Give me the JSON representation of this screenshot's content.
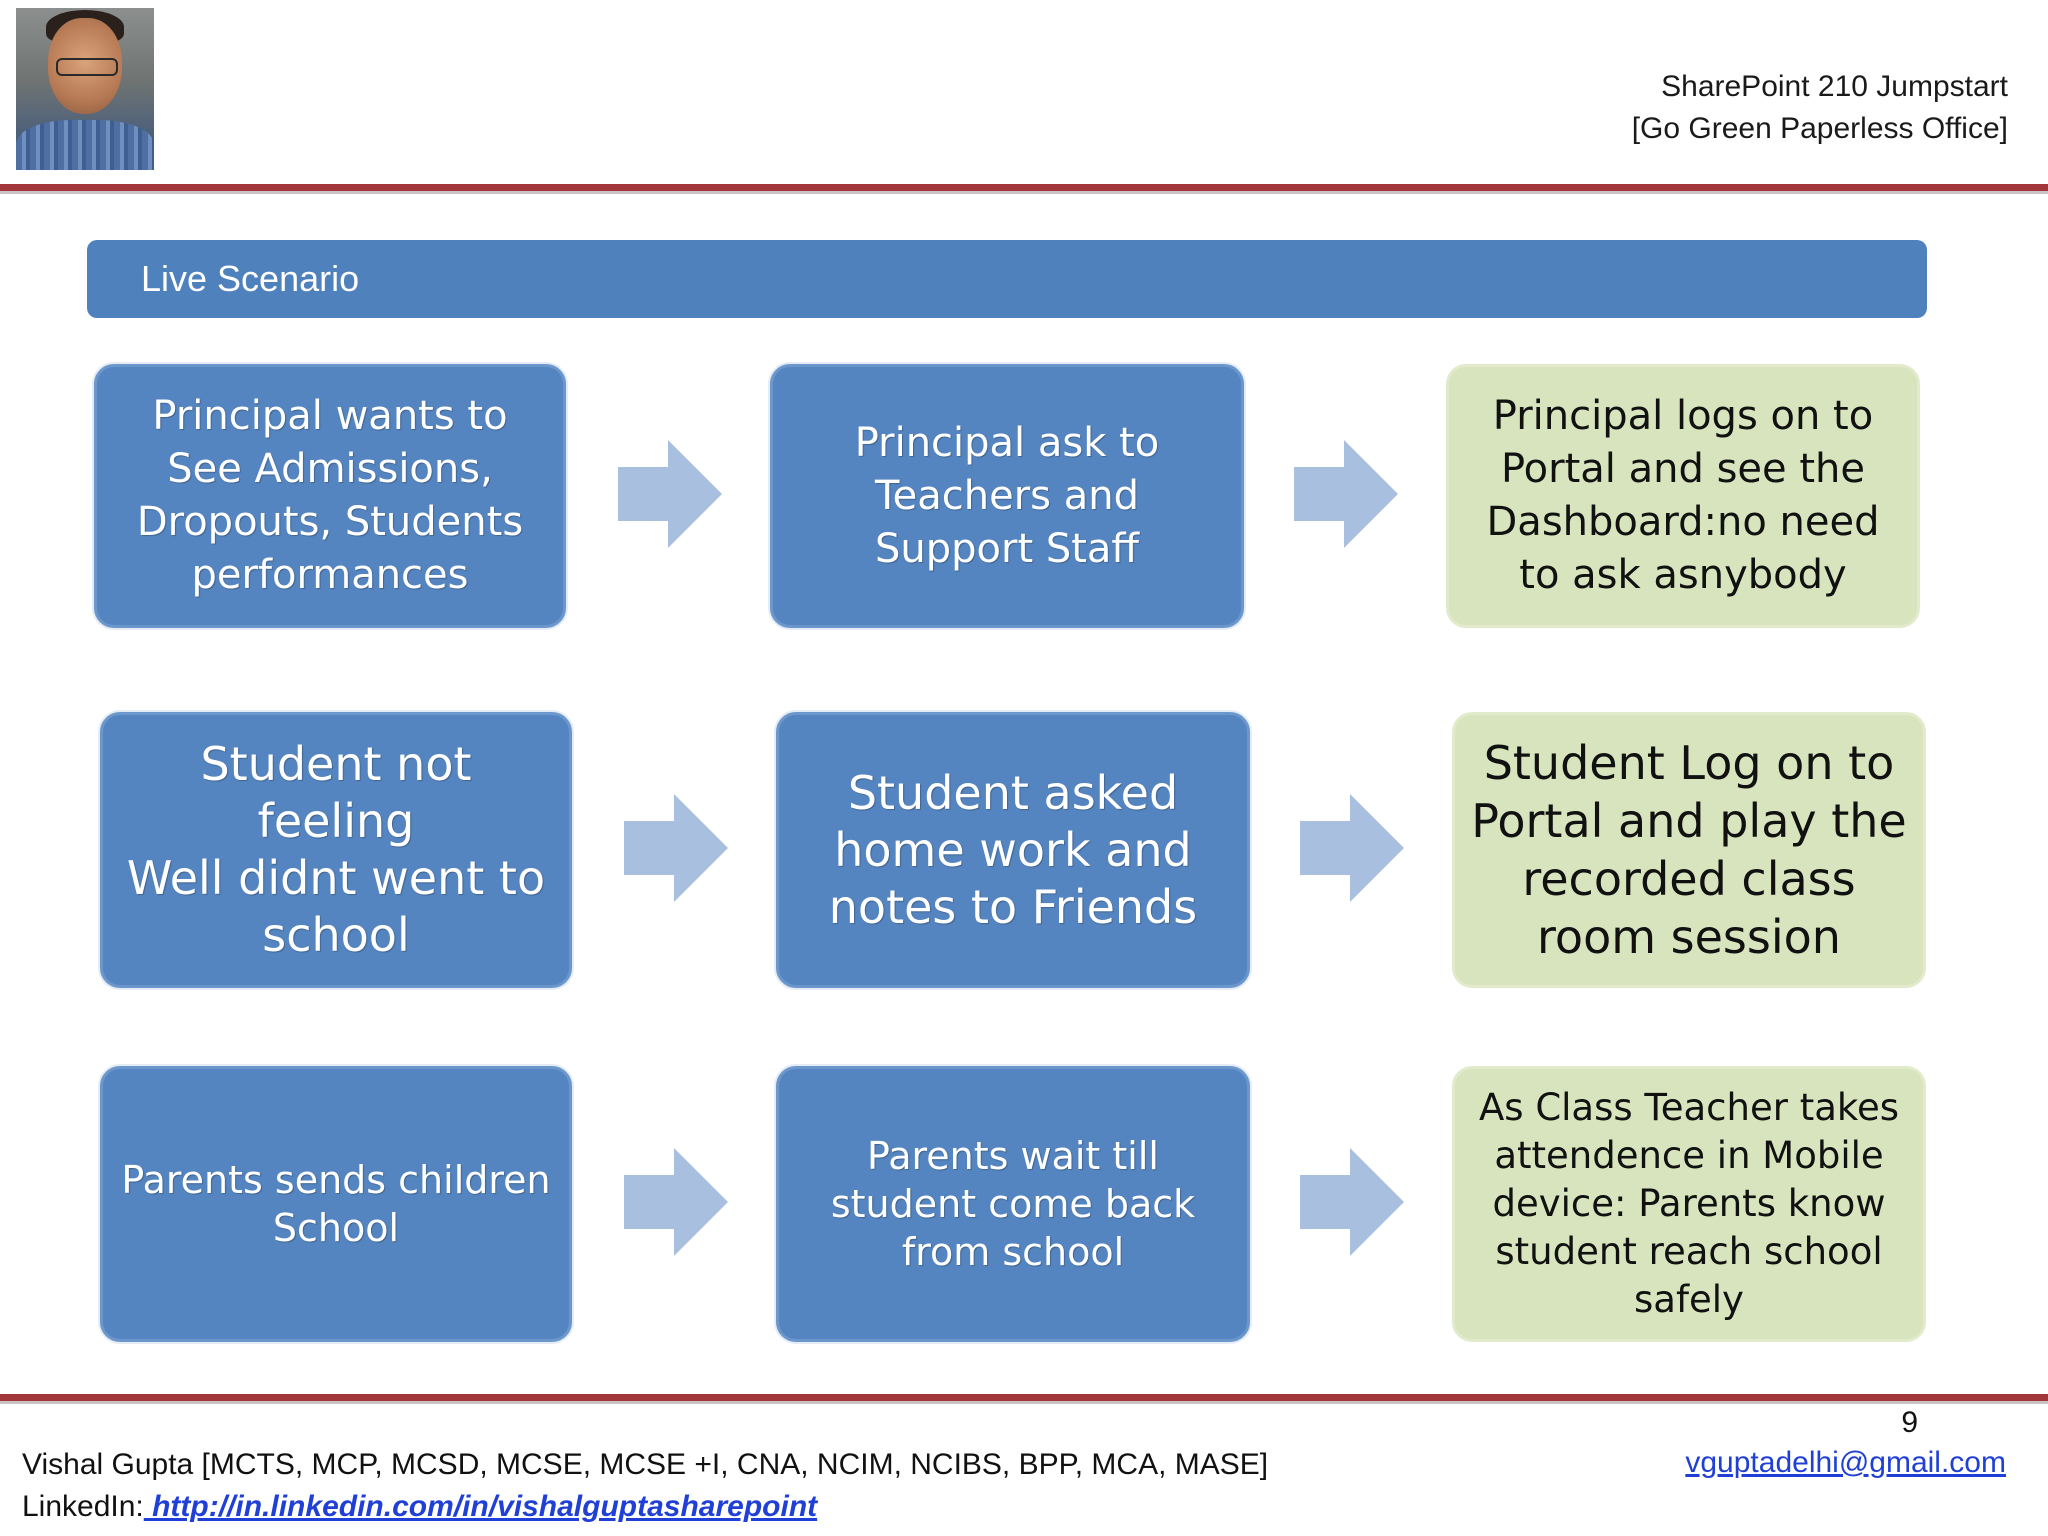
{
  "header": {
    "title_line1": "SharePoint 210 Jumpstart",
    "title_line2": "[Go Green Paperless Office]"
  },
  "banner": {
    "label": "Live Scenario"
  },
  "rows": [
    {
      "box1": "Principal wants to\nSee Admissions,\nDropouts, Students\nperformances",
      "box2": "Principal ask to\nTeachers and\nSupport  Staff",
      "box3": "Principal logs on to\nPortal and see the\nDashboard:no  need\nto ask asnybody"
    },
    {
      "box1": "Student not feeling\nWell didnt went to\nschool",
      "box2": "Student asked\nhome work and\nnotes to Friends",
      "box3": "Student Log on  to\nPortal and play the\nrecorded class\nroom session"
    },
    {
      "box1": "Parents sends children\nSchool",
      "box2": "Parents wait till\nstudent come back\nfrom school",
      "box3": "As Class Teacher takes\nattendence in Mobile\ndevice: Parents know\nstudent reach school\nsafely"
    }
  ],
  "footer": {
    "author": "Vishal Gupta [MCTS, MCP, MCSD, MCSE, MCSE +I, CNA, NCIM, NCIBS, BPP, MCA, MASE]",
    "linkedin_label": "LinkedIn:",
    "linkedin_url": " http://in.linkedin.com/in/vishalguptasharepoint",
    "page_number": "9",
    "email": "vguptadelhi@gmail.com"
  },
  "colors": {
    "blue_box": "#5585c0",
    "green_box": "#d7e4bd",
    "arrow": "#a9bfe0",
    "rule": "#a3363a",
    "banner": "#4f81bd"
  },
  "icons": {
    "arrow": "right-arrow-icon",
    "photo": "author-photo"
  }
}
